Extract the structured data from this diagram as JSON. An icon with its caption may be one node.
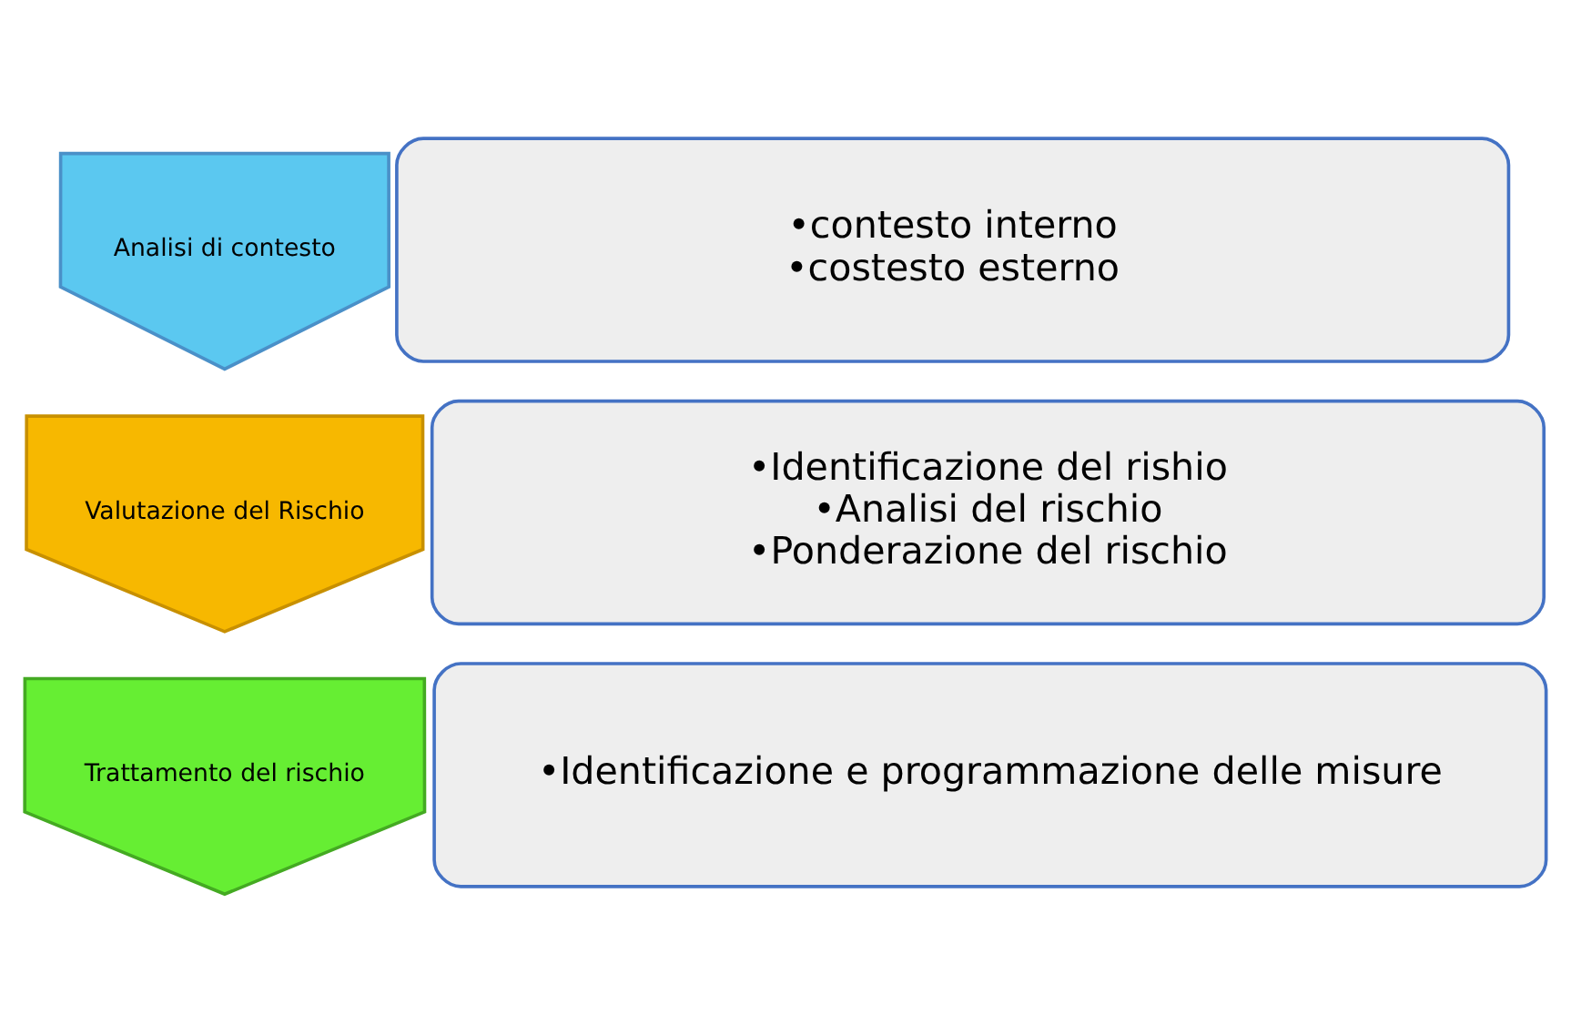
{
  "diagram": {
    "nodes": [
      {
        "text": [
          "Analisi di contesto"
        ]
      },
      {
        "text": [
          "•contesto interno",
          "•costesto esterno"
        ]
      },
      {
        "text": [
          "Valutazione del Rischio"
        ]
      },
      {
        "text": [
          "•Identificazione del rishio",
          "•Analisi del rischio",
          "•Ponderazione del rischio"
        ]
      },
      {
        "text": [
          "Trattamento del rischio"
        ]
      },
      {
        "text": [
          "•Identificazione e programmazione delle misure"
        ]
      }
    ]
  }
}
